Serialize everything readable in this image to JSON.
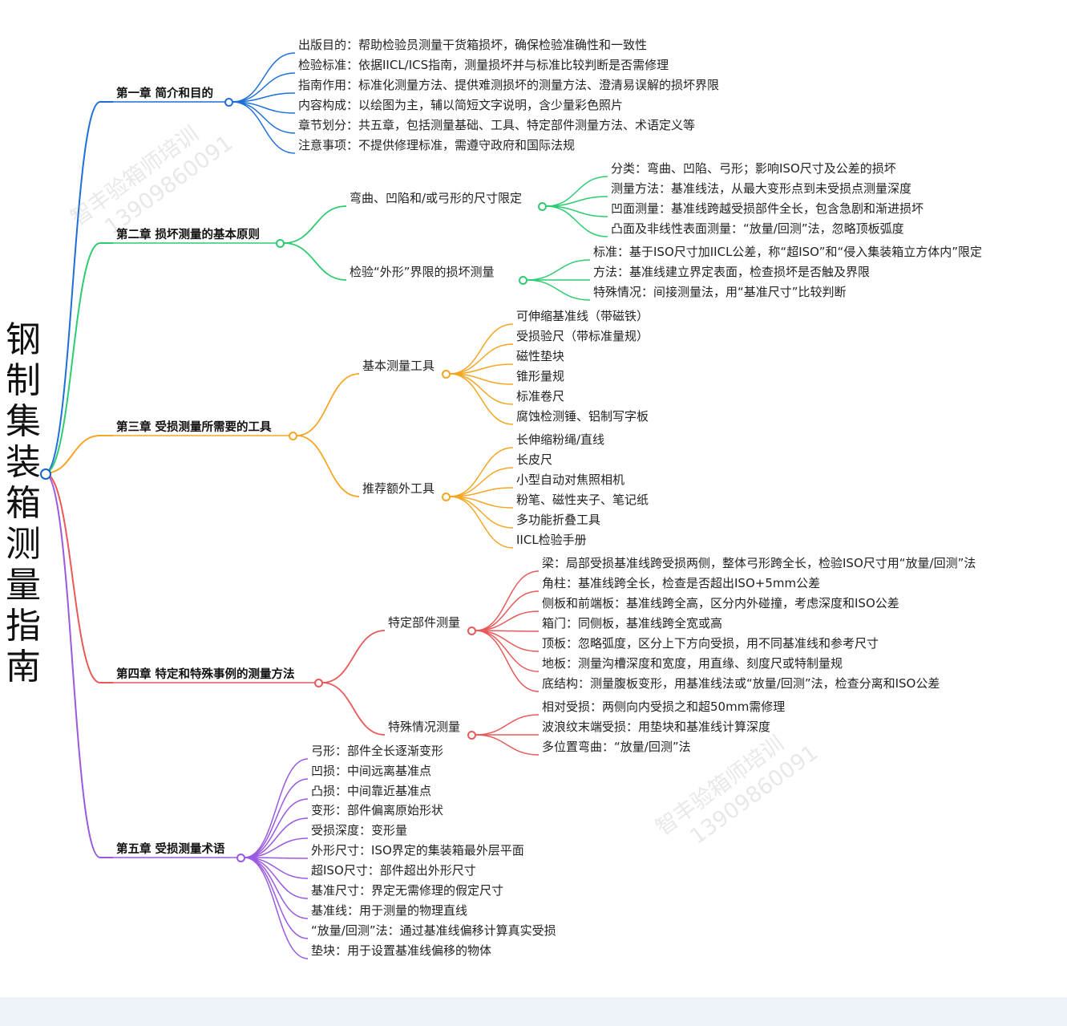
{
  "title": "钢制集装箱测量指南",
  "watermark": {
    "line1": "智丰验箱师培训",
    "line2": "13909860091"
  },
  "colors": {
    "ch1": "#1e6fd9",
    "ch2": "#2ecc71",
    "ch3": "#f5a623",
    "ch4": "#e85a5a",
    "ch5": "#9b59e0"
  },
  "chapters": [
    {
      "label": "第一章 简介和目的",
      "items": [
        "出版目的：帮助检验员测量干货箱损坏，确保检验准确性和一致性",
        "检验标准：依据IICL/ICS指南，测量损坏并与标准比较判断是否需修理",
        "指南作用：标准化测量方法、提供难测损坏的测量方法、澄清易误解的损坏界限",
        "内容构成：以绘图为主，辅以简短文字说明，含少量彩色照片",
        "章节划分：共五章，包括测量基础、工具、特定部件测量方法、术语定义等",
        "注意事项：不提供修理标准，需遵守政府和国际法规"
      ]
    },
    {
      "label": "第二章 损坏测量的基本原则",
      "subs": [
        {
          "label": "弯曲、凹陷和/或弓形的尺寸限定",
          "items": [
            "分类：弯曲、凹陷、弓形；影响ISO尺寸及公差的损坏",
            "测量方法：基准线法，从最大变形点到未受损点测量深度",
            "凹面测量：基准线跨越受损部件全长，包含急剧和渐进损坏",
            "凸面及非线性表面测量：“放量/回测”法，忽略顶板弧度"
          ]
        },
        {
          "label": "检验“外形”界限的损坏测量",
          "items": [
            "标准：基于ISO尺寸加IICL公差，称“超ISO”和“侵入集装箱立方体内”限定",
            "方法：基准线建立界定表面，检查损坏是否触及界限",
            "特殊情况：间接测量法，用“基准尺寸”比较判断"
          ]
        }
      ]
    },
    {
      "label": "第三章 受损测量所需要的工具",
      "subs": [
        {
          "label": "基本测量工具",
          "items": [
            "可伸缩基准线（带磁铁）",
            "受损验尺（带标准量规）",
            "磁性垫块",
            "锥形量规",
            "标准卷尺",
            "腐蚀检测锤、铝制写字板"
          ]
        },
        {
          "label": "推荐额外工具",
          "items": [
            "长伸缩粉绳/直线",
            "长皮尺",
            "小型自动对焦照相机",
            "粉笔、磁性夹子、笔记纸",
            "多功能折叠工具",
            "IICL检验手册"
          ]
        }
      ]
    },
    {
      "label": "第四章 特定和特殊事例的测量方法",
      "subs": [
        {
          "label": "特定部件测量",
          "items": [
            "梁：局部受损基准线跨受损两侧，整体弓形跨全长，检验ISO尺寸用“放量/回测”法",
            "角柱：基准线跨全长，检查是否超出ISO+5mm公差",
            "侧板和前端板：基准线跨全高，区分内外碰撞，考虑深度和ISO公差",
            "箱门：同侧板，基准线跨全宽或高",
            "顶板：忽略弧度，区分上下方向受损，用不同基准线和参考尺寸",
            "地板：测量沟槽深度和宽度，用直缘、刻度尺或特制量规",
            "底结构：测量腹板变形，用基准线法或“放量/回测”法，检查分离和ISO公差"
          ]
        },
        {
          "label": "特殊情况测量",
          "items": [
            "相对受损：两侧向内受损之和超50mm需修理",
            "波浪纹末端受损：用垫块和基准线计算深度",
            "多位置弯曲：“放量/回测”法"
          ]
        }
      ]
    },
    {
      "label": "第五章 受损测量术语",
      "items": [
        "弓形：部件全长逐渐变形",
        "凹损：中间远离基准点",
        "凸损：中间靠近基准点",
        "变形：部件偏离原始形状",
        "受损深度：变形量",
        "外形尺寸：ISO界定的集装箱最外层平面",
        "超ISO尺寸：部件超出外形尺寸",
        "基准尺寸：界定无需修理的假定尺寸",
        "基准线：用于测量的物理直线",
        "“放量/回测”法：通过基准线偏移计算真实受损",
        "垫块：用于设置基准线偏移的物体"
      ]
    }
  ]
}
